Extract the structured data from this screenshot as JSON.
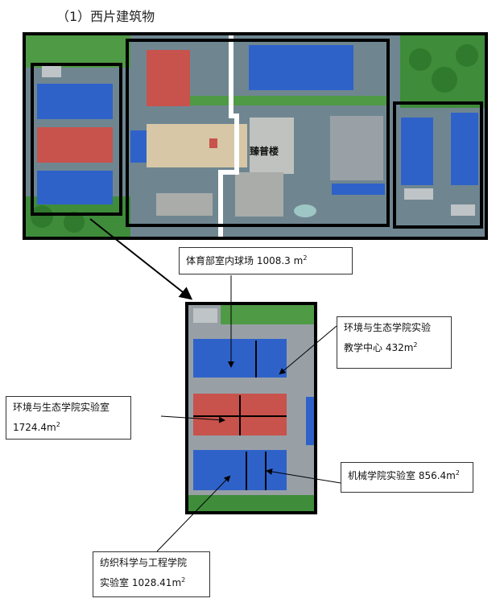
{
  "title": "（1）西片建筑物",
  "building_name": "臻普楼",
  "labels": {
    "court": "体育部室内球场 1008.3 m",
    "env_center_line1": "环境与生态学院实验",
    "env_center_line2": "教学中心 432m",
    "env_lab_line1": "环境与生态学院实验室",
    "env_lab_line2": "1724.4m",
    "mech_lab": "机械学院实验室 856.4m",
    "textile_line1": "纺织科学与工程学院",
    "textile_line2": "实验室 1028.41m"
  },
  "unit_superscript": "2",
  "colors": {
    "blue_roof": "#2f62c9",
    "red_roof": "#c8524c",
    "grass": "#3f8c3a",
    "road": "#6f8691"
  }
}
